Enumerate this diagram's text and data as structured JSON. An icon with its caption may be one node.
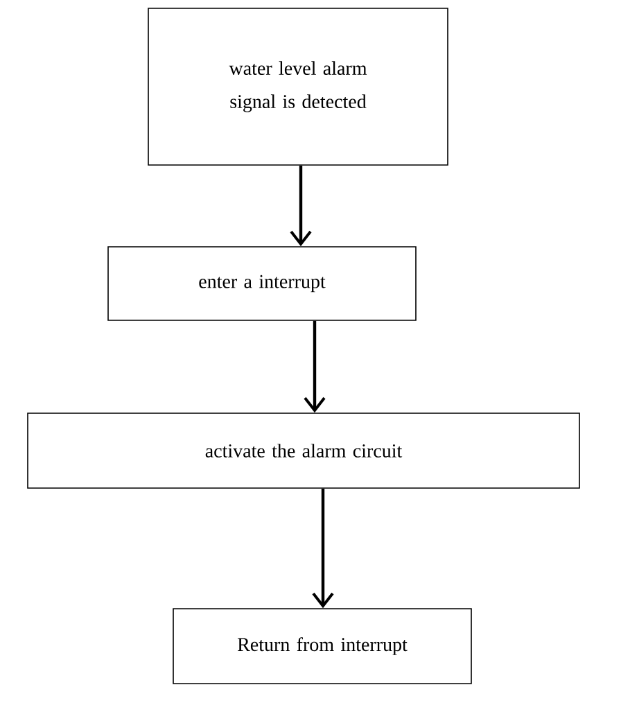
{
  "diagram": {
    "nodes": [
      {
        "text": [
          "water level alarm signal is detected"
        ]
      },
      {
        "text": [
          "enter a interrupt"
        ]
      },
      {
        "text": [
          "activate the alarm circuit"
        ]
      },
      {
        "text": [
          "Return from interrupt"
        ]
      }
    ],
    "edges": [
      {
        "from": 0,
        "to": 1,
        "arrow": "to"
      },
      {
        "from": 1,
        "to": 2,
        "arrow": "to"
      },
      {
        "from": 2,
        "to": 3,
        "arrow": "to"
      }
    ]
  }
}
